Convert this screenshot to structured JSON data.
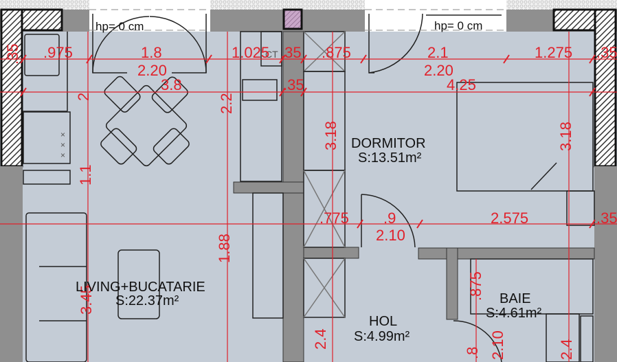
{
  "plan": {
    "type": "apartment floor plan",
    "colors": {
      "floor": "#c4ccd6",
      "wall": "#8f8f8f",
      "dim_line": "#e0212b",
      "outline": "#222222",
      "exterior": "#ffffff"
    },
    "openings": [
      {
        "label": "hp= 0 cm"
      },
      {
        "label": "hp= 0 cm"
      }
    ],
    "rooms": [
      {
        "name": "LIVING+BUCATARIE",
        "area": "S:22.37m²"
      },
      {
        "name": "DORMITOR",
        "area": "S:13.51m²"
      },
      {
        "name": "HOL",
        "area": "S:4.99m²"
      },
      {
        "name": "BAIE",
        "area": "S:4.61m²"
      }
    ],
    "fixtures": {
      "ct_label": "CT"
    },
    "dimensions": {
      "top_row1": [
        ".35",
        ".975",
        "1.8",
        "1.025",
        ".35",
        ".875",
        "2.1",
        "1.275",
        ".35"
      ],
      "top_row2": [
        "2.20",
        "2.20"
      ],
      "top_row3": [
        "3.8",
        ".35",
        "4.25"
      ],
      "left_vertical": [
        "2",
        "1.1",
        "3.45"
      ],
      "mid_vertical": [
        "2.2",
        "1.88",
        "2.4"
      ],
      "closet_vertical": [
        "3.18"
      ],
      "bedroom_right_vertical": [
        "3.18"
      ],
      "bedroom_row": [
        ".775",
        ".9",
        "2.575",
        ".35"
      ],
      "door_heights": [
        "2.10",
        "2.10"
      ],
      "bath_vertical": [
        ".875",
        ".8",
        "2.4"
      ]
    }
  }
}
